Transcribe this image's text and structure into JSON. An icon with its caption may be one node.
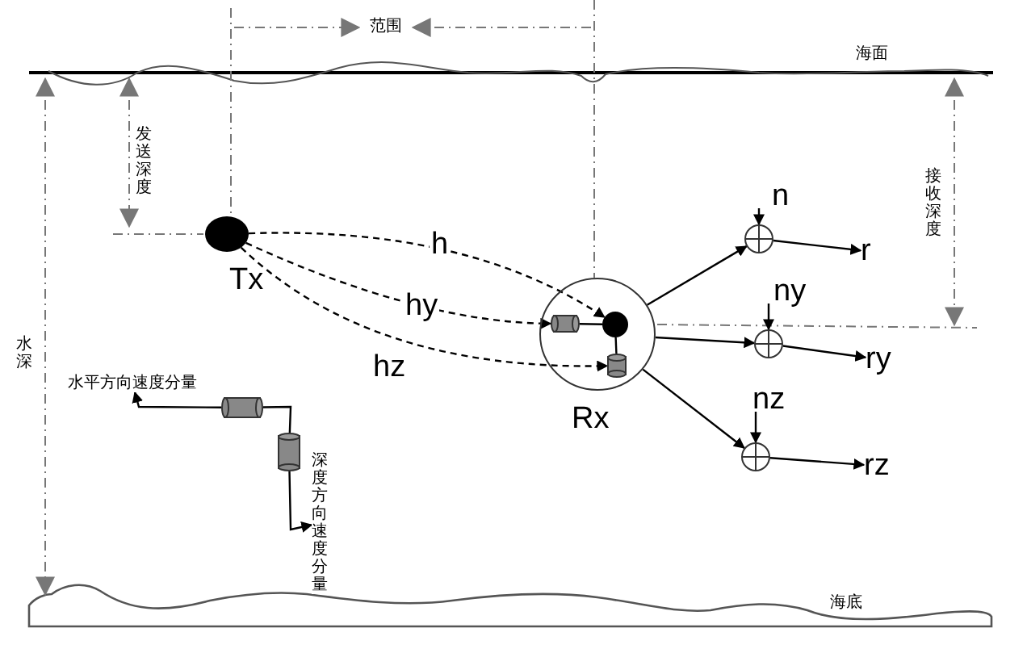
{
  "diagram": {
    "nodes": [
      {
        "text": [],
        "shape": "circle",
        "beside": [
          "Tx"
        ]
      },
      {
        "text": [],
        "shape": "circle",
        "beside": [
          "Rx"
        ]
      },
      {
        "text": [],
        "shape": "cylinder",
        "in": 1
      },
      {
        "text": [],
        "shape": "circle",
        "in": 1
      },
      {
        "text": [],
        "shape": "cylinder",
        "in": 1
      },
      {
        "text": [
          "n"
        ]
      },
      {
        "text": [],
        "shape": "circle"
      },
      {
        "text": [
          "r"
        ]
      },
      {
        "text": [
          "ny"
        ]
      },
      {
        "text": [],
        "shape": "circle"
      },
      {
        "text": [
          "ry"
        ]
      },
      {
        "text": [
          "nz"
        ]
      },
      {
        "text": [],
        "shape": "circle"
      },
      {
        "text": [
          "rz"
        ]
      },
      {
        "text": [],
        "shape": "cylinder"
      },
      {
        "text": [],
        "shape": "cylinder"
      },
      {
        "text": [
          "水平方向速度分量"
        ]
      },
      {
        "text": [
          "深度方向速度分量"
        ]
      }
    ],
    "edges": [
      {
        "from": 0,
        "to": 3,
        "arrow": "to",
        "label": "h",
        "style": "dashed"
      },
      {
        "from": 0,
        "to": 2,
        "arrow": "to",
        "label": "hy",
        "style": "dashed"
      },
      {
        "from": 0,
        "to": 4,
        "arrow": "to",
        "label": "hz",
        "style": "dashed"
      },
      {
        "from": 2,
        "to": 3,
        "arrow": "none"
      },
      {
        "from": 3,
        "to": 4,
        "arrow": "none"
      },
      {
        "from": 1,
        "to": 6,
        "arrow": "to"
      },
      {
        "from": 1,
        "to": 9,
        "arrow": "to"
      },
      {
        "from": 1,
        "to": 12,
        "arrow": "to"
      },
      {
        "from": 5,
        "to": 6,
        "arrow": "to"
      },
      {
        "from": 8,
        "to": 9,
        "arrow": "to"
      },
      {
        "from": 11,
        "to": 12,
        "arrow": "to"
      },
      {
        "from": 6,
        "to": 7,
        "arrow": "to"
      },
      {
        "from": 9,
        "to": 10,
        "arrow": "to"
      },
      {
        "from": 12,
        "to": 13,
        "arrow": "to"
      },
      {
        "from": 14,
        "to": 15,
        "arrow": "none"
      },
      {
        "from": 14,
        "to": 16,
        "arrow": "to"
      },
      {
        "from": 15,
        "to": 17,
        "arrow": "to"
      }
    ],
    "labels": [
      "范围",
      "海面",
      "发送深度",
      "接收深度",
      "水深",
      "海底"
    ]
  }
}
